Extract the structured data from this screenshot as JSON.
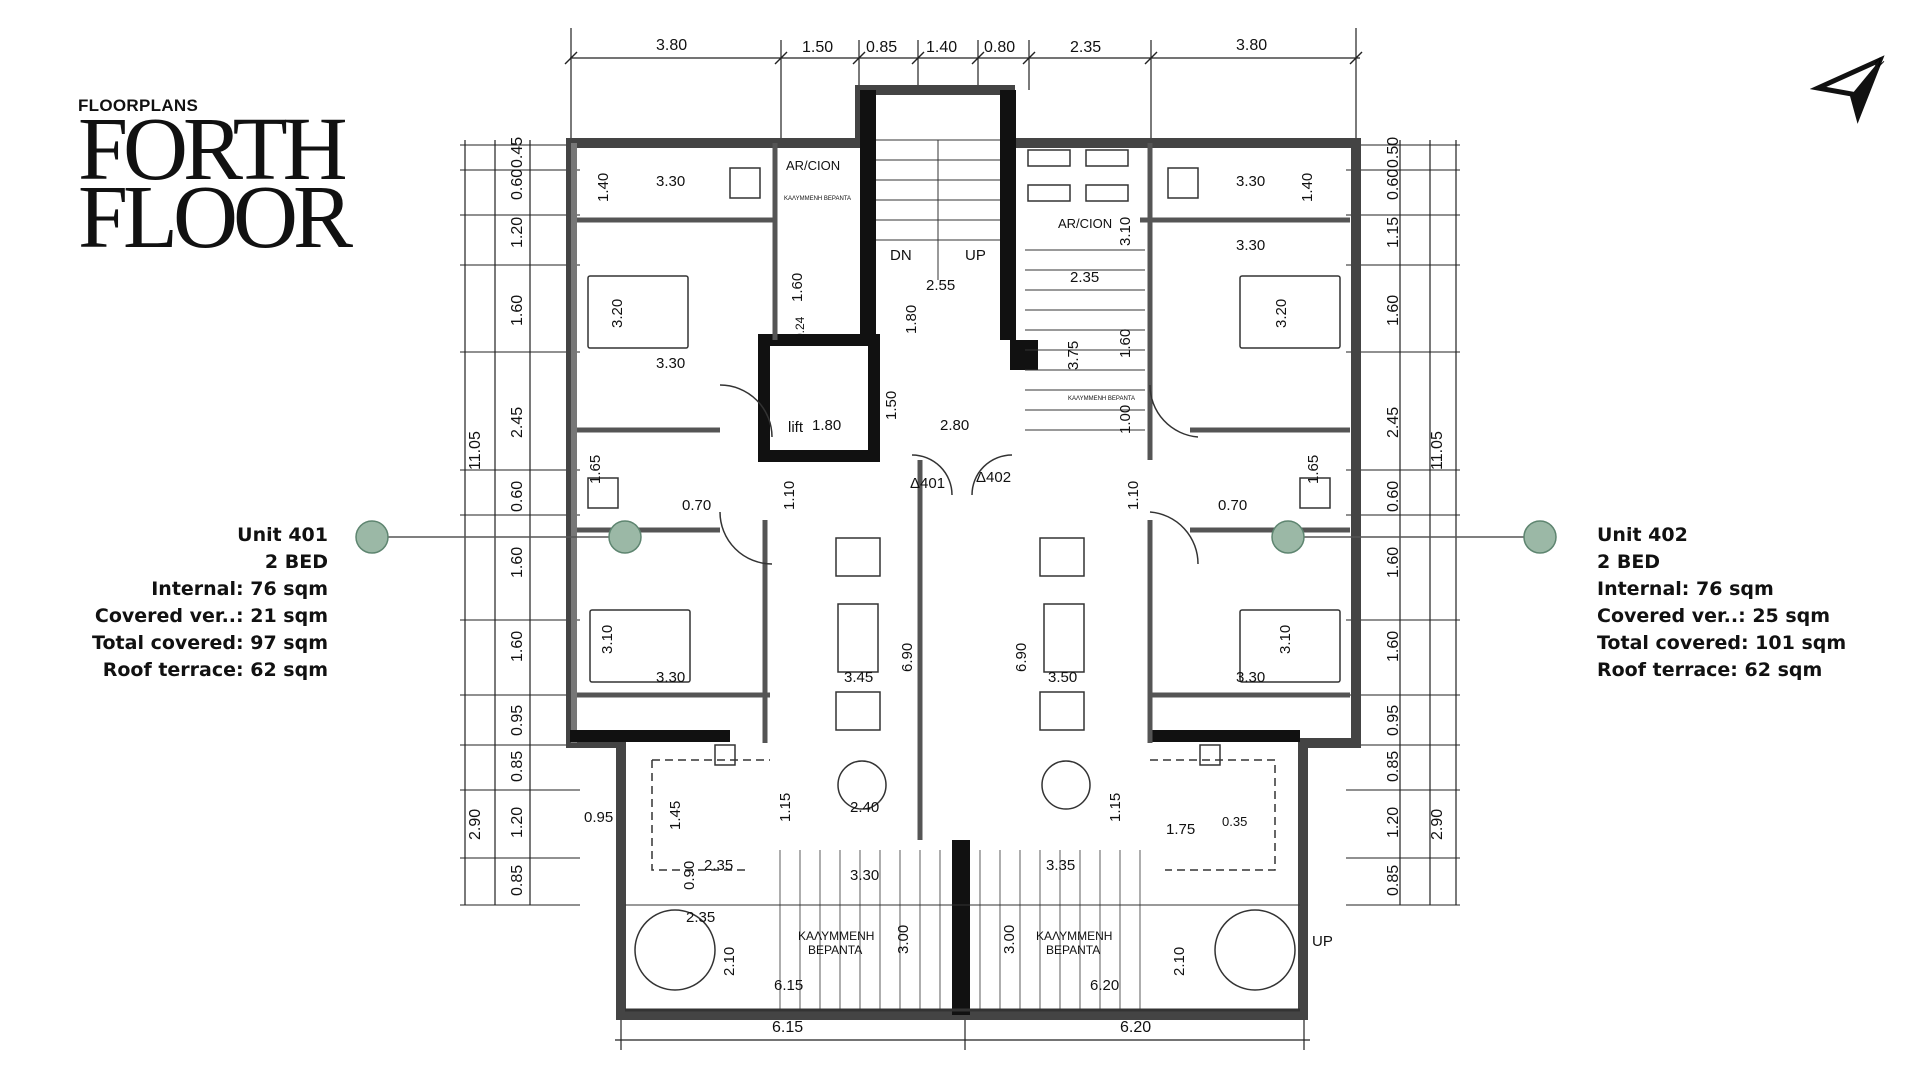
{
  "header": {
    "kicker": "FLOORPLANS",
    "title_line1": "FORTH",
    "title_line2": "FLOOR"
  },
  "units": [
    {
      "name": "Unit 401",
      "beds": "2 BED",
      "internal": "Internal: 76 sqm",
      "covered_veranda": "Covered ver..: 21 sqm",
      "total_covered": "Total covered:  97 sqm",
      "roof_terrace": "Roof terrace: 62 sqm"
    },
    {
      "name": "Unit 402",
      "beds": "2 BED",
      "internal": "Internal: 76 sqm",
      "covered_veranda": "Covered ver..: 25 sqm",
      "total_covered": "Total covered:  101 sqm",
      "roof_terrace": "Roof terrace: 62 sqm"
    }
  ],
  "dimensions": {
    "top": [
      "3.80",
      "1.50",
      "0.85",
      "1.40",
      "0.80",
      "2.35",
      "3.80"
    ],
    "bottom": [
      "6.15",
      "6.20"
    ],
    "left_overall": "11.05",
    "right_overall": "11.05",
    "left_chain": [
      "0.45",
      "0.60",
      "1.20",
      "1.60",
      "2.45",
      "0.60",
      "1.60",
      "1.60",
      "0.95",
      "0.85",
      "1.20",
      "0.85"
    ],
    "right_chain": [
      "0.50",
      "0.60",
      "1.15",
      "1.60",
      "2.45",
      "0.60",
      "1.60",
      "1.60",
      "0.95",
      "0.85",
      "1.20",
      "0.85"
    ],
    "left_lower": "2.90",
    "right_lower": "2.90"
  },
  "room_labels": {
    "ac_left": "AR/CION",
    "ac_right": "AR/CION",
    "veranda_small": "ΚΑΛΥΜΜΕΝΗ ΒΕΡΑΝΤΑ",
    "veranda": "ΚΑΛΥΜΜΕΝΗ",
    "veranda2": "ΒΕΡΑΝΤΑ",
    "dn": "DN",
    "up": "UP",
    "up_spiral": "UP",
    "lift": "lift",
    "unit401_tag": "Δ401",
    "unit402_tag": "Δ402"
  },
  "inner_dims": {
    "l_bath": "3.30",
    "l_bed1": "3.30",
    "l_bed1_h": "3.20",
    "l_bed2": "3.30",
    "l_bed2_h": "3.10",
    "l_living": "3.45",
    "l_living_h": "6.90",
    "l_kitchen": "2.40",
    "l_kitchen_h": "1.15",
    "l_ver_w": "3.30",
    "l_ver_h": "3.00",
    "l_ver_total": "6.15",
    "l_spiral_w": "2.35",
    "l_spiral_h": "2.10",
    "l_kit_w": "0.95",
    "l_kit_h": "1.45",
    "l_kit_w2": "2.35",
    "l_kit_h2": "0.90",
    "l_wc": "0.70",
    "l_hall": "1.10",
    "l_140": "1.40",
    "l_165": "1.65",
    "stair_w": "2.55",
    "stair_h": "1.80",
    "lift_w": "1.80",
    "lift_h": "1.50",
    "lobby": "2.80",
    "l_160": "1.60",
    "l_024": "0.24",
    "r_bath": "3.30",
    "r_bed1": "3.30",
    "r_bed1_h": "3.20",
    "r_bed2": "3.30",
    "r_bed2_h": "3.10",
    "r_living": "3.50",
    "r_living_h": "6.90",
    "r_kitchen_h": "1.15",
    "r_kit_w": "1.75",
    "r_kit_w2": "0.35",
    "r_ver_w": "3.35",
    "r_ver_h": "3.00",
    "r_ver_total": "6.20",
    "r_spiral_h": "2.10",
    "r_wc": "0.70",
    "r_hall": "1.10",
    "r_140": "1.40",
    "r_165": "1.65",
    "r_stair_w": "2.35",
    "r_stair_h": "3.75",
    "r_310": "3.10",
    "r_160": "1.60",
    "r_100": "1.00"
  },
  "colors": {
    "marker": "#9bb8a6",
    "marker_stroke": "#5e8570",
    "wall": "#111111"
  },
  "icons": {
    "north": "north-arrow-icon"
  }
}
